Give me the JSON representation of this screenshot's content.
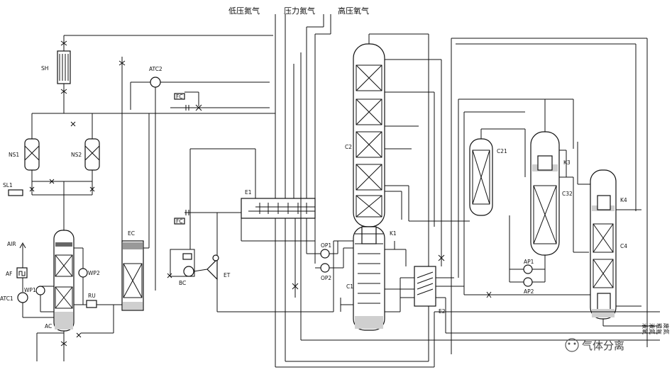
{
  "diagram": {
    "products": {
      "low_pressure_nitrogen": "低压氮气",
      "pressure_nitrogen": "压力氮气",
      "high_pressure_oxygen": "高压氧气"
    },
    "equipment": {
      "sh": "SH",
      "ns1": "NS1",
      "ns2": "NS2",
      "sl1": "SL1",
      "air": "AIR",
      "af": "AF",
      "atc1": "ATC1",
      "wp1": "WP1",
      "wp2": "WP2",
      "ac": "AC",
      "ec": "EC",
      "ru": "RU",
      "atc2": "ATC2",
      "fc1": "FC",
      "fc2": "FC",
      "bc": "BC",
      "et": "ET",
      "e1": "E1",
      "c2": "C2",
      "c1": "C1",
      "k1": "K1",
      "op1": "OP1",
      "op2": "OP2",
      "e2": "E2",
      "c21": "C21",
      "c32": "C32",
      "k3": "K3",
      "k4": "K4",
      "c4": "C4",
      "ap1": "AP1",
      "ap2": "AP2"
    },
    "right_outlets": [
      "液氧",
      "液氮",
      "粗氩",
      "废氮"
    ],
    "watermark": "气体分离"
  }
}
